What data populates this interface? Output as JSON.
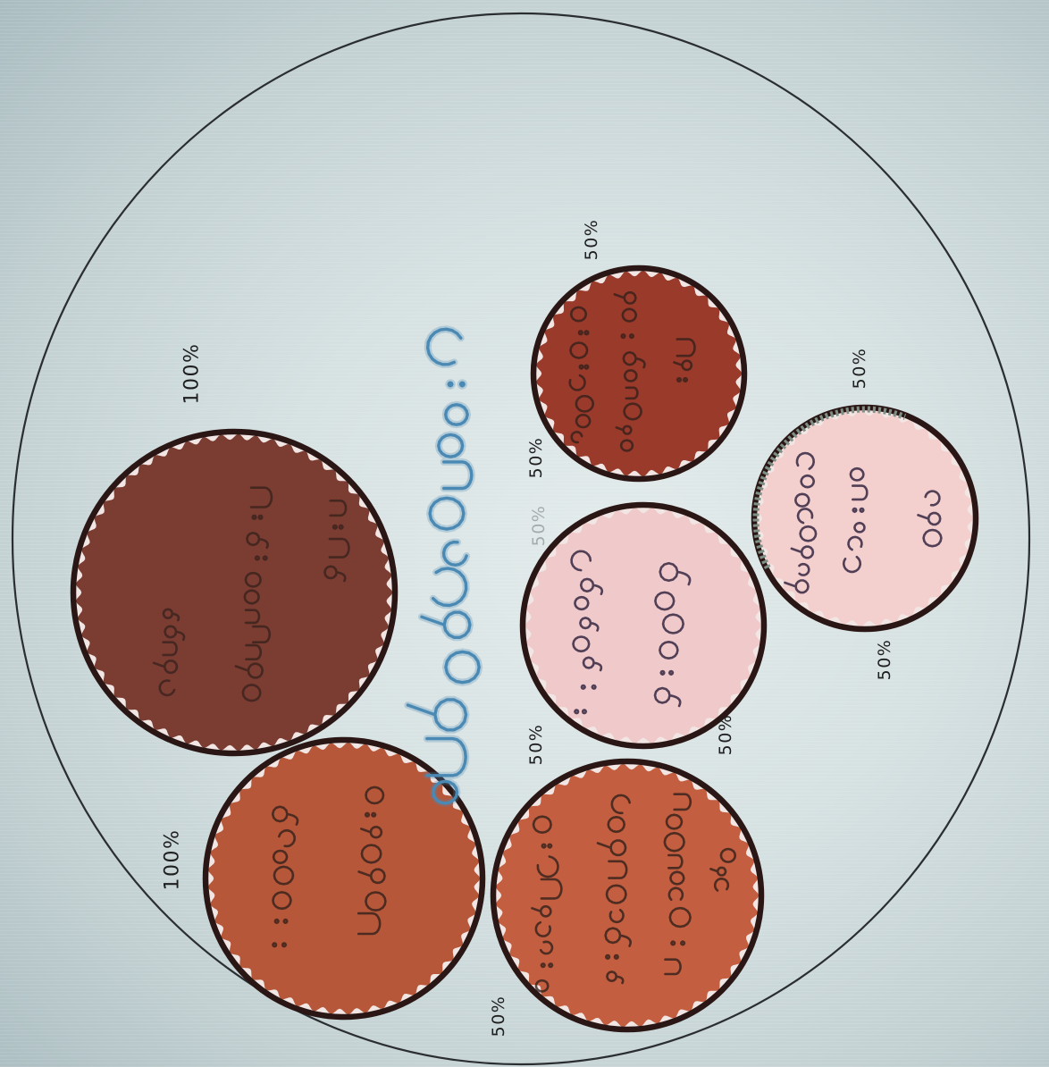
{
  "percent_labels": [
    "100%",
    "100%",
    "50%",
    "50%",
    "50%",
    "50%",
    "50%",
    "50%",
    "50%",
    "50%"
  ],
  "colors": {
    "outline": "#2b2e31",
    "disc_border": "#2a1715",
    "disc_backing": "#f1e6e3",
    "disc_large_dark": "#7b3c32",
    "disc_orange_left": "#b6573a",
    "disc_red_small": "#9a3a2b",
    "disc_pink_middle": "#f0c9ca",
    "disc_pink_right": "#f3cfce",
    "disc_orange_right": "#c35f40",
    "ink_dark": "#33201a",
    "ink_pink": "#3b2c46",
    "title_ink": "#4a89b4"
  }
}
